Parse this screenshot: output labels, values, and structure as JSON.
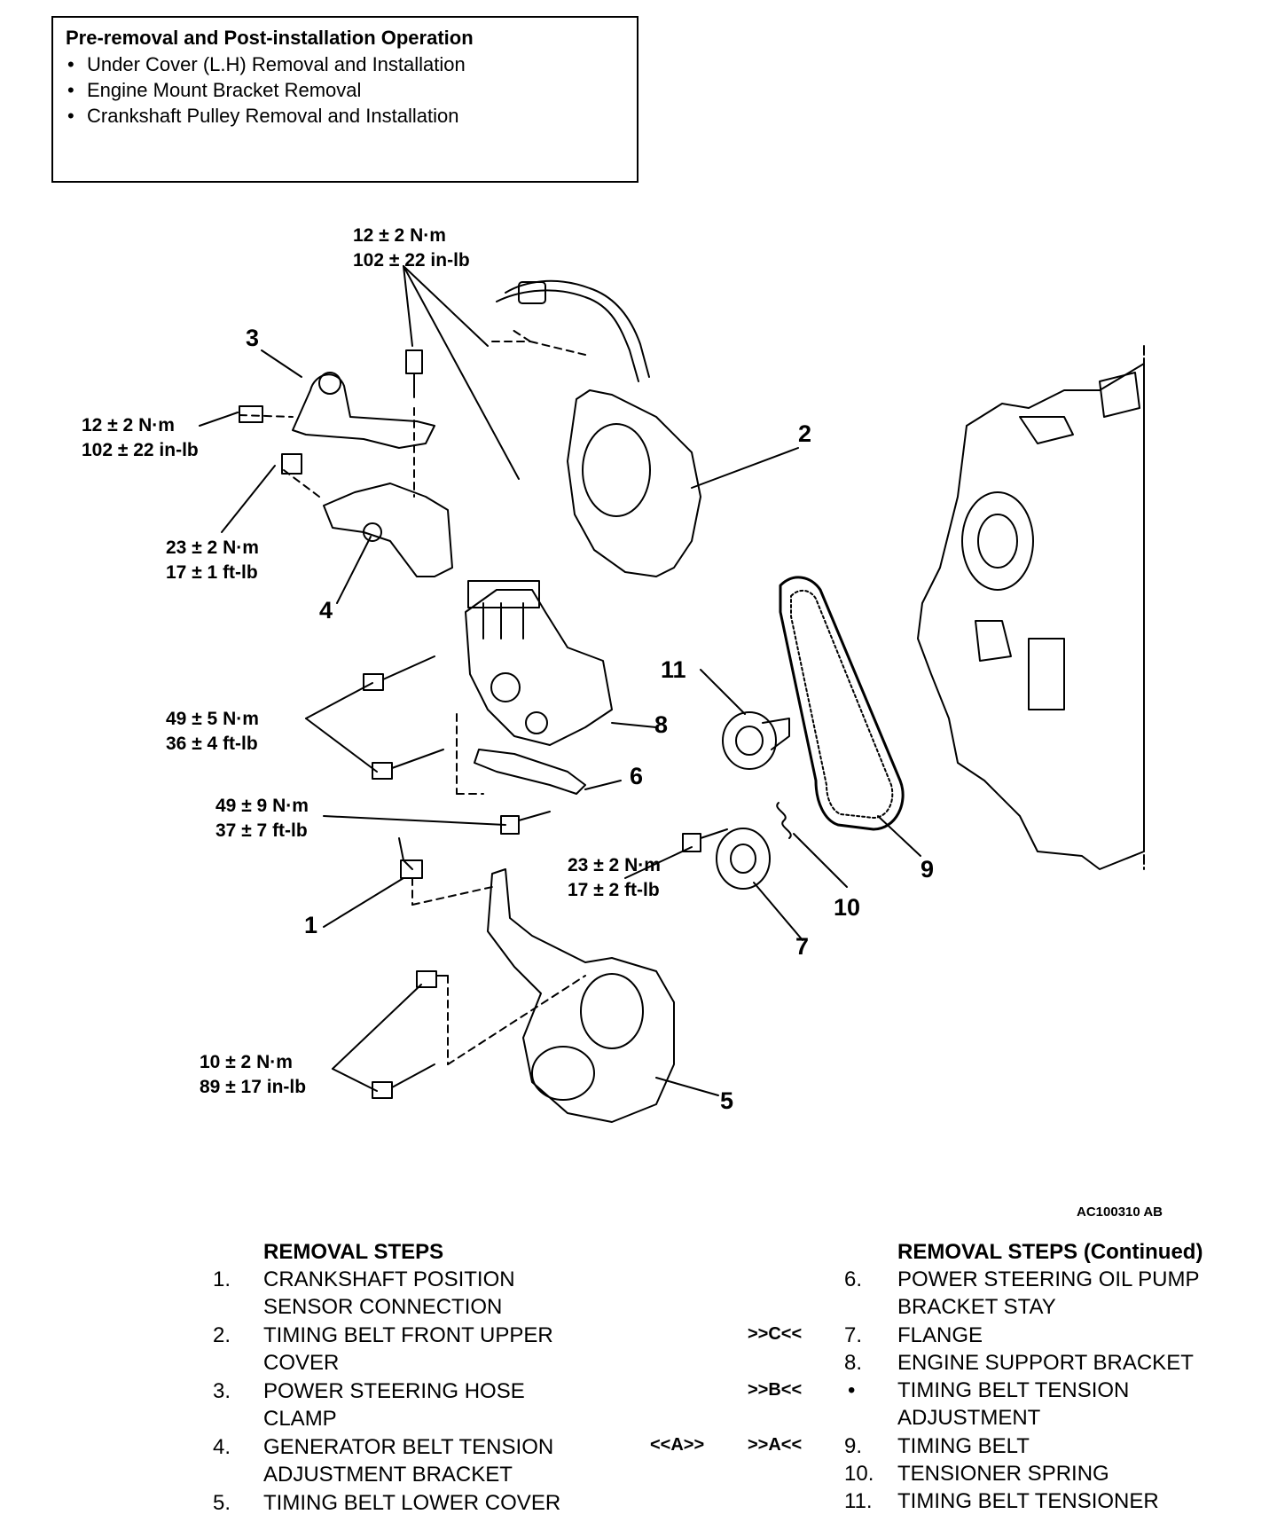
{
  "pre_operation": {
    "title": "Pre-removal and Post-installation Operation",
    "items": [
      "Under Cover (L.H) Removal and Installation",
      "Engine Mount Bracket Removal",
      "Crankshaft Pulley Removal and Installation"
    ]
  },
  "torques": {
    "t_top": [
      "12 ± 2 N·m",
      "102 ± 22 in-lb"
    ],
    "t_left": [
      "12 ± 2 N·m",
      "102 ± 22 in-lb"
    ],
    "t_4": [
      "23 ± 2 N·m",
      "17 ± 1 ft-lb"
    ],
    "t_8": [
      "49 ± 5 N·m",
      "36 ± 4 ft-lb"
    ],
    "t_6": [
      "49 ± 9 N·m",
      "37 ± 7 ft-lb"
    ],
    "t_11": [
      "23 ± 2 N·m",
      "17 ± 2 ft-lb"
    ],
    "t_5": [
      "10 ± 2 N·m",
      "89 ± 17 in-lb"
    ]
  },
  "callouts": {
    "c1": "1",
    "c2": "2",
    "c3": "3",
    "c4": "4",
    "c5": "5",
    "c6": "6",
    "c7": "7",
    "c8": "8",
    "c9": "9",
    "c10": "10",
    "c11": "11"
  },
  "figure_id": "AC100310 AB",
  "removal_steps": {
    "title": "REMOVAL STEPS",
    "steps": [
      {
        "num": "1.",
        "text": "CRANKSHAFT POSITION\nSENSOR CONNECTION"
      },
      {
        "num": "2.",
        "text": "TIMING BELT FRONT UPPER\nCOVER"
      },
      {
        "num": "3.",
        "text": "POWER STEERING HOSE\nCLAMP"
      },
      {
        "num": "4.",
        "text": "GENERATOR BELT TENSION\nADJUSTMENT BRACKET"
      },
      {
        "num": "5.",
        "text": "TIMING BELT LOWER COVER"
      }
    ]
  },
  "removal_steps_continued": {
    "title": "REMOVAL STEPS (Continued)",
    "steps": [
      {
        "num": "6.",
        "text": "POWER STEERING OIL PUMP\nBRACKET STAY",
        "ref": ""
      },
      {
        "num": "7.",
        "text": "FLANGE",
        "ref": ">>C<<"
      },
      {
        "num": "8.",
        "text": "ENGINE SUPPORT BRACKET",
        "ref": ""
      },
      {
        "num": "•",
        "text": "TIMING BELT TENSION\nADJUSTMENT",
        "ref": ">>B<<"
      },
      {
        "num": "9.",
        "text": "TIMING BELT",
        "ref": ">>A<<",
        "ref2": "<<A>>"
      },
      {
        "num": "10.",
        "text": "TENSIONER SPRING",
        "ref": ""
      },
      {
        "num": "11.",
        "text": "TIMING BELT TENSIONER",
        "ref": ""
      }
    ]
  }
}
